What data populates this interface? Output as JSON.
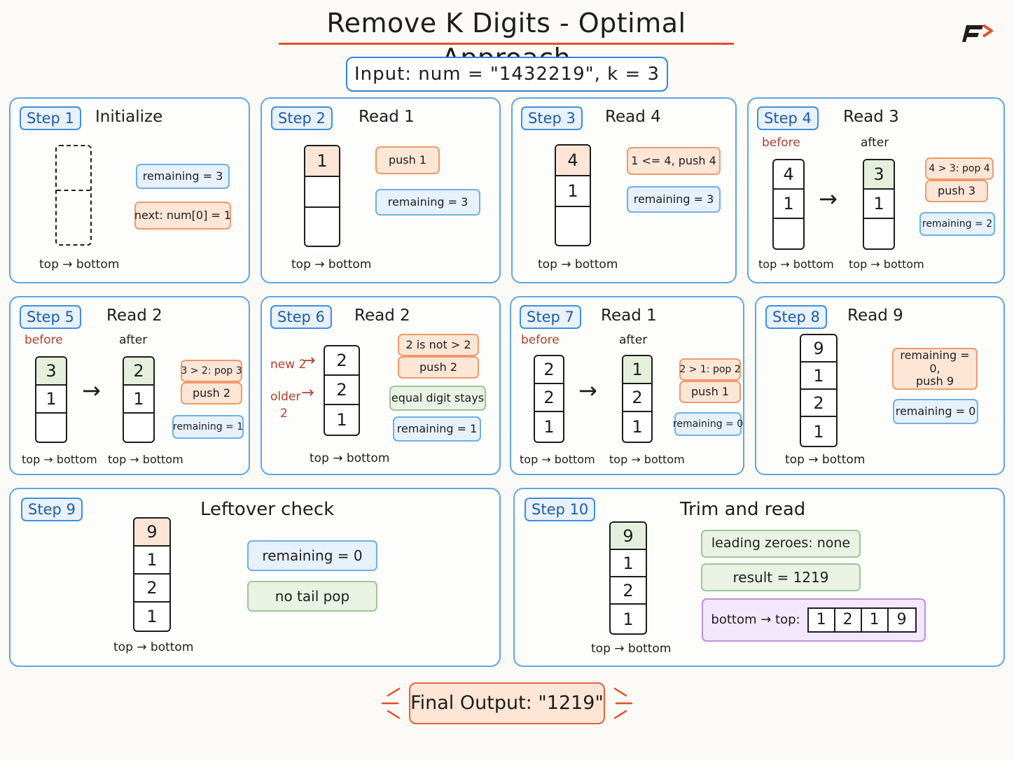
{
  "title": "Remove K Digits - Optimal Approach",
  "input": "Input:  num = \"1432219\", k = 3",
  "stack_axis": "top → bottom",
  "final_output": "Final Output: \"1219\"",
  "colors": {
    "accent": "#e2502a",
    "panel_border": "#5fa6e3",
    "step_tag": "#1b5da8"
  },
  "icons": {
    "logo": "logo-icon",
    "arrow": "right-arrow"
  },
  "steps": [
    {
      "tag": "Step 1",
      "heading": "Initialize",
      "stack": [
        "",
        ""
      ],
      "chips": [
        "remaining = 3",
        "next: num[0] = 1"
      ]
    },
    {
      "tag": "Step 2",
      "heading": "Read 1",
      "stack": [
        "1",
        "",
        ""
      ],
      "chips": [
        "push 1",
        "remaining = 3"
      ]
    },
    {
      "tag": "Step 3",
      "heading": "Read 4",
      "stack": [
        "4",
        "1",
        ""
      ],
      "chips": [
        "1 <= 4, push 4",
        "remaining = 3"
      ]
    },
    {
      "tag": "Step 4",
      "heading": "Read 3",
      "before_label": "before",
      "after_label": "after",
      "before_stack": [
        "4",
        "1",
        ""
      ],
      "after_stack": [
        "3",
        "1",
        ""
      ],
      "chips": [
        "4 > 3: pop 4",
        "push 3",
        "remaining = 2"
      ]
    },
    {
      "tag": "Step 5",
      "heading": "Read 2",
      "before_label": "before",
      "after_label": "after",
      "before_stack": [
        "3",
        "1",
        ""
      ],
      "after_stack": [
        "2",
        "1",
        ""
      ],
      "chips": [
        "3 > 2: pop 3",
        "push 2",
        "remaining = 1"
      ]
    },
    {
      "tag": "Step 6",
      "heading": "Read 2",
      "stack": [
        "2",
        "2",
        "1"
      ],
      "new_label": "new 2",
      "older_label": "older",
      "older_value": "2",
      "chips": [
        "2 is not > 2",
        "push 2",
        "equal digit stays",
        "remaining = 1"
      ]
    },
    {
      "tag": "Step 7",
      "heading": "Read 1",
      "before_label": "before",
      "after_label": "after",
      "before_stack": [
        "2",
        "2",
        "1"
      ],
      "after_stack": [
        "1",
        "2",
        "1"
      ],
      "chips": [
        "2 > 1: pop 2",
        "push 1",
        "remaining = 0"
      ]
    },
    {
      "tag": "Step 8",
      "heading": "Read 9",
      "stack": [
        "9",
        "1",
        "2",
        "1"
      ],
      "chips": [
        "remaining = 0,\npush 9",
        "remaining = 0"
      ]
    },
    {
      "tag": "Step 9",
      "heading": "Leftover check",
      "stack": [
        "9",
        "1",
        "2",
        "1"
      ],
      "chips": [
        "remaining = 0",
        "no tail pop"
      ]
    },
    {
      "tag": "Step 10",
      "heading": "Trim and read",
      "stack": [
        "9",
        "1",
        "2",
        "1"
      ],
      "chips": [
        "leading zeroes: none",
        "result = 1219"
      ],
      "order_label": "bottom → top:",
      "result_digits": [
        "1",
        "2",
        "1",
        "9"
      ]
    }
  ]
}
